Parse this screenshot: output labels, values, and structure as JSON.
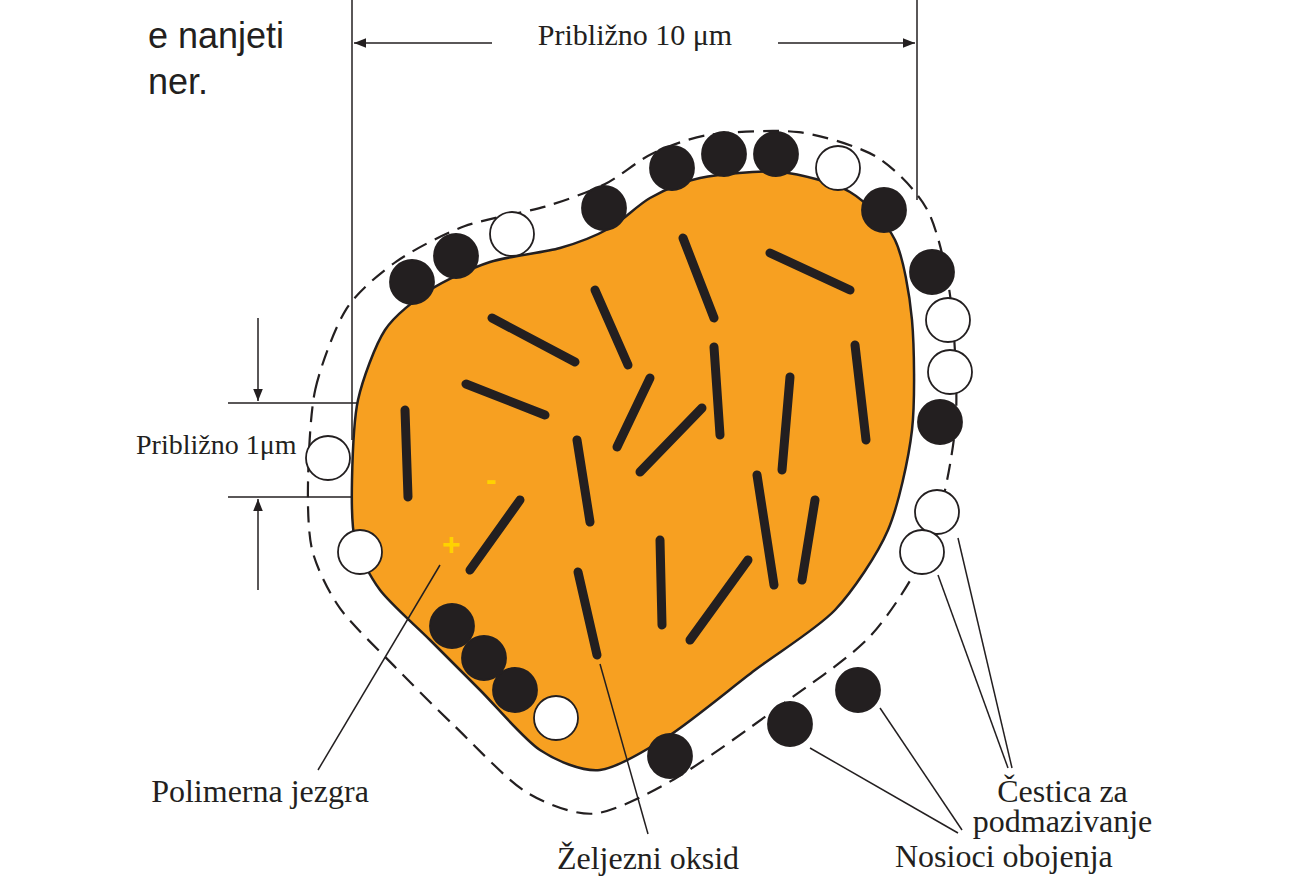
{
  "diagram": {
    "labels": [
      "e nanjeti",
      "ner.",
      "Približno 10 μm",
      "Približno 1μm",
      "-",
      "+",
      "Čestica za podmazivanje",
      "Polimerna jezgra",
      "Nosioci obojenja",
      "Željezni oksid"
    ]
  }
}
